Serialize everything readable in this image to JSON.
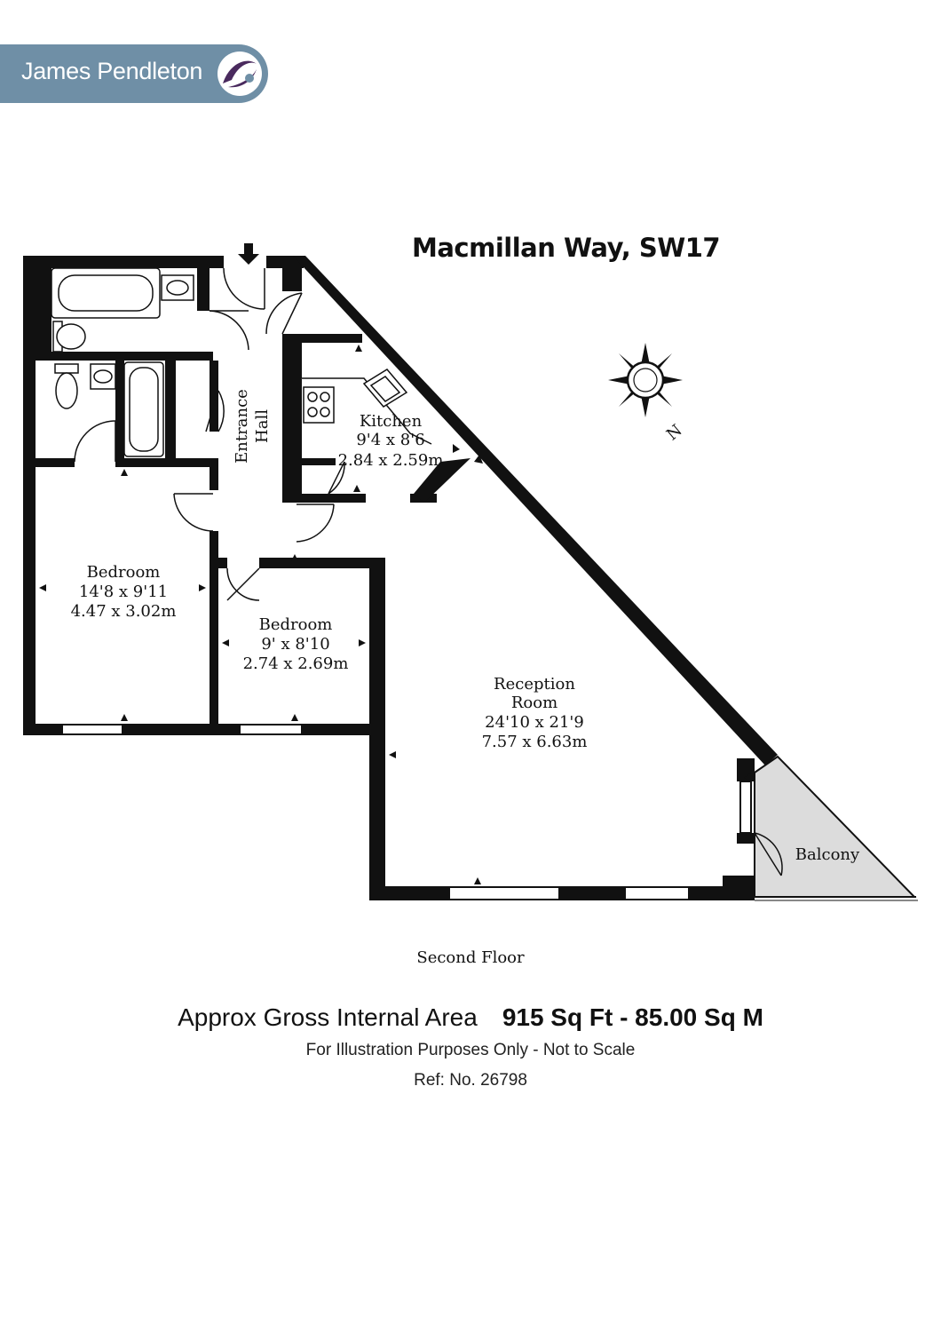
{
  "branding": {
    "company_name": "James Pendleton",
    "pill_color": "#6f8fa6",
    "mark_color": "#4a2a5e"
  },
  "title": "Macmillan Way, SW17",
  "compass": {
    "label": "N"
  },
  "rooms": {
    "kitchen": {
      "name": "Kitchen",
      "dims_imperial": "9'4 x 8'6",
      "dims_metric": "2.84 x 2.59m"
    },
    "entrance_hall": {
      "name_line1": "Entrance",
      "name_line2": "Hall"
    },
    "bedroom_1": {
      "name": "Bedroom",
      "dims_imperial": "14'8 x 9'11",
      "dims_metric": "4.47 x 3.02m"
    },
    "bedroom_2": {
      "name": "Bedroom",
      "dims_imperial": "9' x 8'10",
      "dims_metric": "2.74 x 2.69m"
    },
    "reception": {
      "name_line1": "Reception",
      "name_line2": "Room",
      "dims_imperial": "24'10 x 21'9",
      "dims_metric": "7.57 x 6.63m"
    },
    "balcony": {
      "name": "Balcony",
      "fill_color": "#dcdcdc"
    }
  },
  "floor_label": "Second Floor",
  "area": {
    "label": "Approx Gross Internal Area",
    "value": "915 Sq Ft - 85.00 Sq M"
  },
  "disclaimer": "For Illustration Purposes Only - Not to Scale",
  "reference": "Ref: No. 26798"
}
